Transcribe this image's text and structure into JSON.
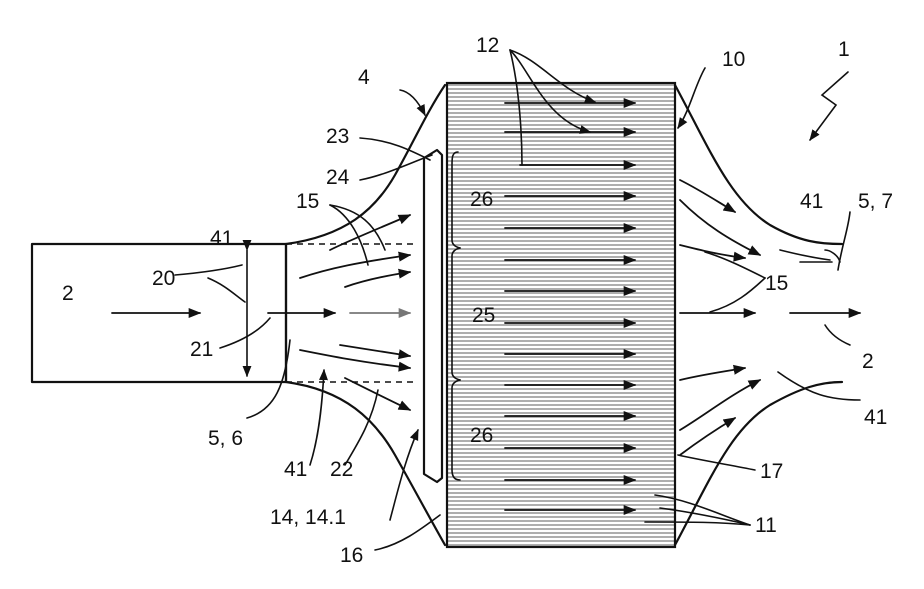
{
  "labels": {
    "r1": "1",
    "r2_in": "2",
    "r2_out": "2",
    "r4": "4",
    "r10": "10",
    "r11": "11",
    "r12": "12",
    "r15_left": "15",
    "r15_right": "15",
    "r16": "16",
    "r17": "17",
    "r20": "20",
    "r21": "21",
    "r22": "22",
    "r23": "23",
    "r24": "24",
    "r25": "25",
    "r26_top": "26",
    "r26_bottom": "26",
    "r41_upper_left": "41",
    "r41_lower_left": "41",
    "r41_upper_right": "41",
    "r41_lower_right": "41",
    "r56": "5, 6",
    "r57": "5, 7",
    "r14": "14, 14.1"
  },
  "colors": {
    "line": "#111111",
    "hatch": "#9a9a9a",
    "background": "#ffffff"
  },
  "icons": {
    "zigzag_arrow": "lightning-arrow-icon"
  }
}
